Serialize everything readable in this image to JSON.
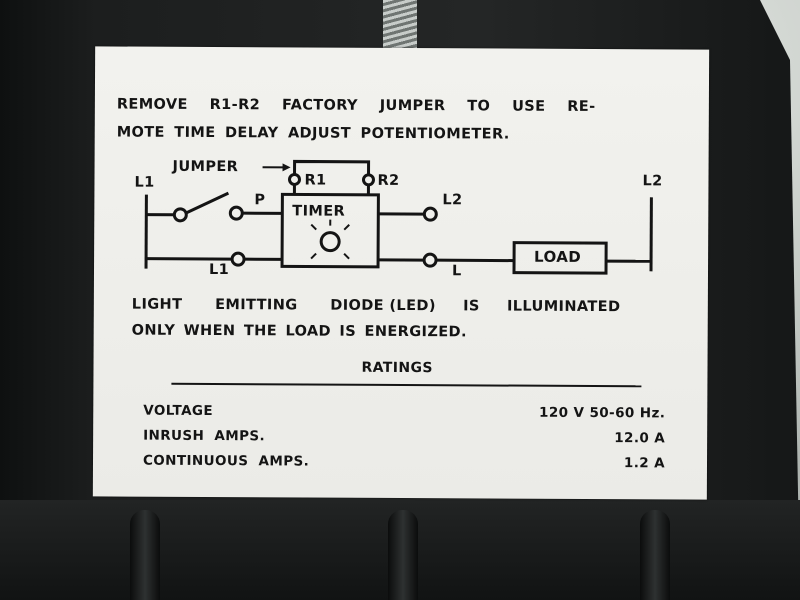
{
  "instruction": {
    "line1": [
      "REMOVE",
      "R1-R2",
      "FACTORY",
      "JUMPER",
      "TO",
      "USE",
      "RE-"
    ],
    "line2": "MOTE TIME DELAY ADJUST POTENTIOMETER."
  },
  "diagram": {
    "l1_top": "L1",
    "l2_top": "L2",
    "jumper": "JUMPER",
    "r1": "R1",
    "r2": "R2",
    "p": "P",
    "timer": "TIMER",
    "l2_terminal": "L2",
    "l1_terminal": "L1",
    "l_terminal": "L",
    "load": "LOAD"
  },
  "led_note": {
    "line1": [
      "LIGHT",
      "EMITTING",
      "DIODE (LED)",
      "IS",
      "ILLUMINATED"
    ],
    "line2": "ONLY WHEN THE LOAD IS ENERGIZED."
  },
  "ratings": {
    "heading": "RATINGS",
    "rows": [
      {
        "label": "VOLTAGE",
        "value": "120 V 50-60 Hz."
      },
      {
        "label": "INRUSH  AMPS.",
        "value": "12.0 A"
      },
      {
        "label": "CONTINUOUS  AMPS.",
        "value": "1.2 A"
      }
    ]
  }
}
